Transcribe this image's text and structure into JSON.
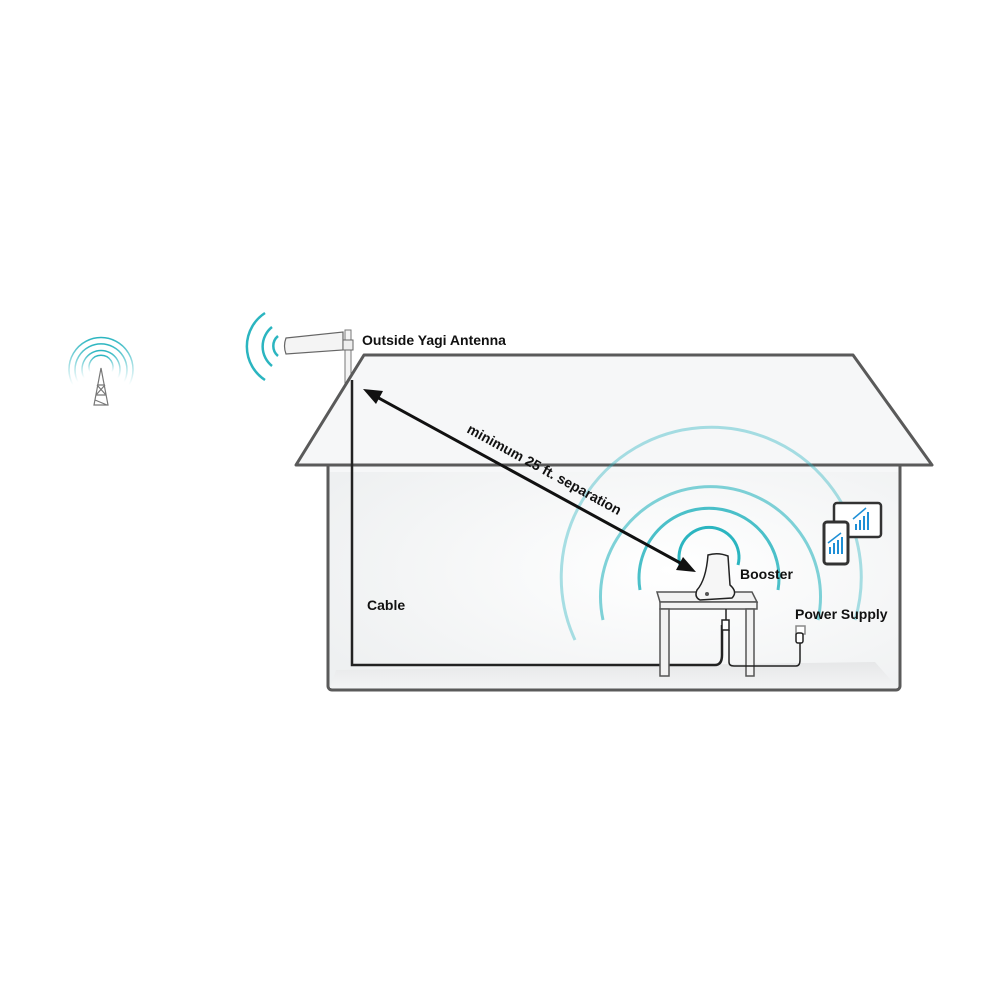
{
  "labels": {
    "antenna": "Outside Yagi Antenna",
    "separation": "minimum 25 ft. separation",
    "booster": "Booster",
    "cable": "Cable",
    "power_supply": "Power Supply"
  },
  "colors": {
    "signal": "#2bb5c0",
    "outline": "#555555",
    "house_fill": "#f6f7f8",
    "devices_blue": "#1e8fd6"
  }
}
